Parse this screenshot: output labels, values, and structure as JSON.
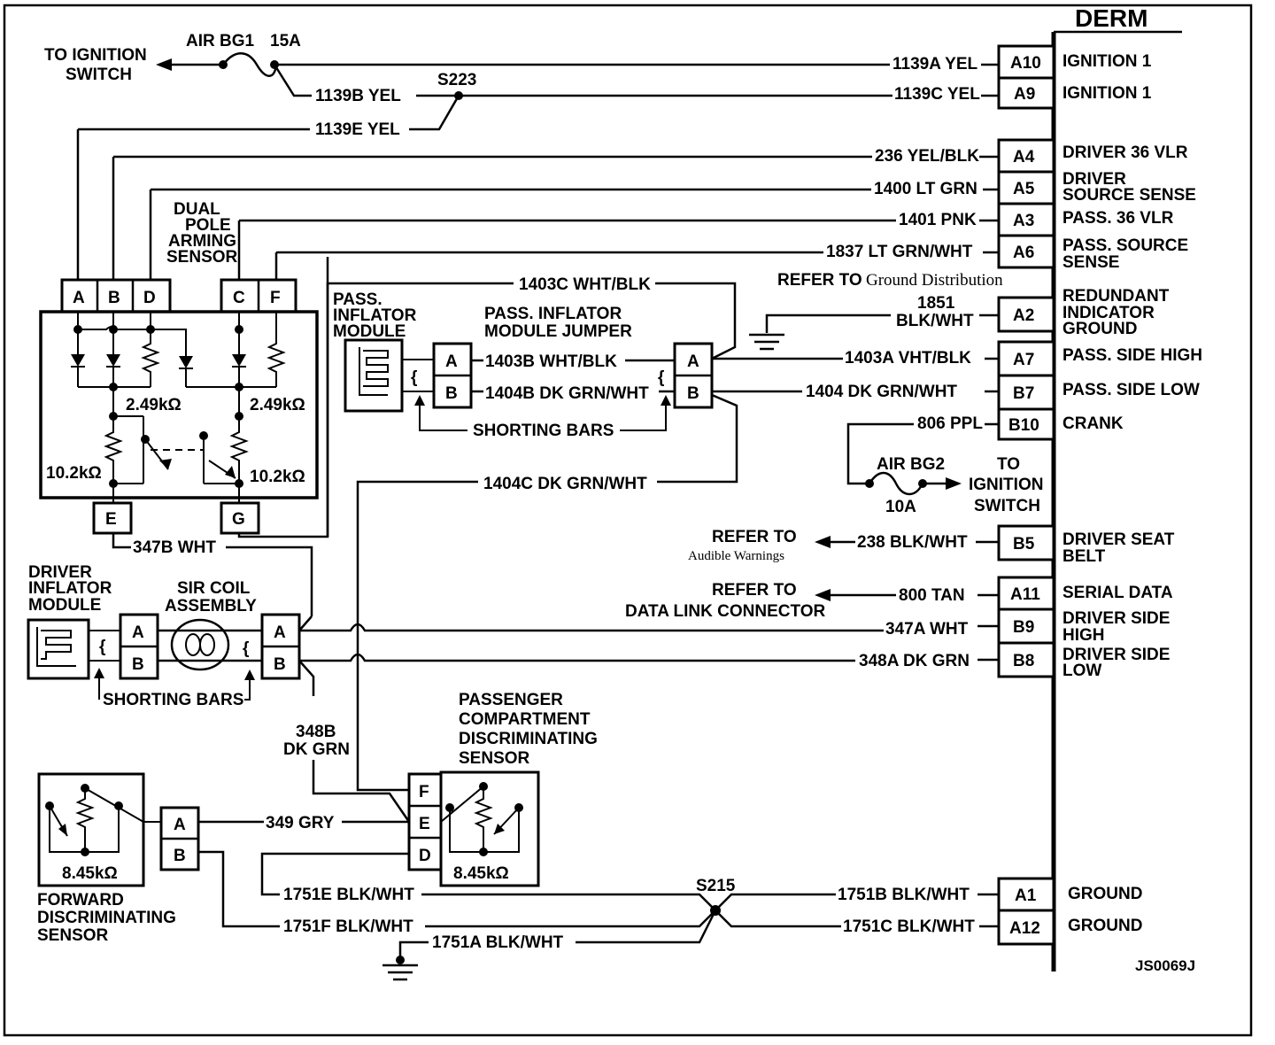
{
  "module": {
    "title": "DERM",
    "pins": [
      {
        "pin": "A10",
        "wire": "1139A YEL",
        "function": [
          "IGNITION 1"
        ]
      },
      {
        "pin": "A9",
        "wire": "1139C YEL",
        "function": [
          "IGNITION 1"
        ]
      },
      {
        "pin": "A4",
        "wire": "236 YEL/BLK",
        "function": [
          "DRIVER 36 VLR"
        ]
      },
      {
        "pin": "A5",
        "wire": "1400 LT GRN",
        "function": [
          "DRIVER",
          "SOURCE SENSE"
        ]
      },
      {
        "pin": "A3",
        "wire": "1401 PNK",
        "function": [
          "PASS. 36 VLR"
        ]
      },
      {
        "pin": "A6",
        "wire": "1837 LT GRN/WHT",
        "function": [
          "PASS. SOURCE",
          "SENSE"
        ]
      },
      {
        "pin": "A2",
        "wire": [
          "1851",
          "BLK/WHT"
        ],
        "function": [
          "REDUNDANT",
          "INDICATOR",
          "GROUND"
        ]
      },
      {
        "pin": "A7",
        "wire": "1403A VHT/BLK",
        "function": [
          "PASS. SIDE HIGH"
        ]
      },
      {
        "pin": "B7",
        "wire": "1404 DK GRN/WHT",
        "function": [
          "PASS. SIDE LOW"
        ]
      },
      {
        "pin": "B10",
        "wire": "806 PPL",
        "function": [
          "CRANK"
        ]
      },
      {
        "pin": "B5",
        "wire": "238 BLK/WHT",
        "function": [
          "DRIVER SEAT",
          "BELT"
        ]
      },
      {
        "pin": "A11",
        "wire": "800 TAN",
        "function": [
          "SERIAL DATA"
        ]
      },
      {
        "pin": "B9",
        "wire": "347A WHT",
        "function": [
          "DRIVER SIDE",
          "HIGH"
        ]
      },
      {
        "pin": "B8",
        "wire": "348A DK GRN",
        "function": [
          "DRIVER SIDE",
          "LOW"
        ]
      },
      {
        "pin": "A1",
        "wire": "1751B BLK/WHT",
        "function": [
          "GROUND"
        ]
      },
      {
        "pin": "A12",
        "wire": "1751C BLK/WHT",
        "function": [
          "GROUND"
        ]
      }
    ]
  },
  "fuse1": {
    "name": "AIR BG1",
    "rating": "15A",
    "to": [
      "TO IGNITION",
      "SWITCH"
    ]
  },
  "fuse2": {
    "name": "AIR BG2",
    "rating": "10A",
    "to": [
      "TO",
      "IGNITION",
      "SWITCH"
    ]
  },
  "splice223": {
    "name": "S223",
    "wire_b": "1139B YEL",
    "wire_e": "1139E YEL"
  },
  "ground_ref": {
    "prefix": "REFER TO",
    "target": "Ground Distribution"
  },
  "arming_sensor": {
    "title": [
      "DUAL",
      "POLE",
      "ARMING",
      "SENSOR"
    ],
    "pins_left": [
      "A",
      "B",
      "D"
    ],
    "pins_right": [
      "C",
      "F"
    ],
    "pin_e": "E",
    "pin_g": "G",
    "res_top_left": "2.49kΩ",
    "res_top_right": "2.49kΩ",
    "res_bot_left": "10.2kΩ",
    "res_bot_right": "10.2kΩ",
    "wire_eg": "347B WHT"
  },
  "pass_inflator": {
    "title": [
      "PASS.",
      "INFLATOR",
      "MODULE"
    ],
    "jumper_title": [
      "PASS. INFLATOR",
      "MODULE JUMPER"
    ],
    "pin_a": "A",
    "pin_b": "B",
    "wire_a": "1403B WHT/BLK",
    "wire_b": "1404B DK GRN/WHT",
    "wire_c_top": "1403C WHT/BLK",
    "wire_c_bottom": "1404C DK GRN/WHT",
    "shorting": "SHORTING BARS",
    "brace": "{"
  },
  "driver_inflator": {
    "title": [
      "DRIVER",
      "INFLATOR",
      "MODULE"
    ],
    "coil_title": [
      "SIR COIL",
      "ASSEMBLY"
    ],
    "pin_a": "A",
    "pin_b": "B",
    "shorting": "SHORTING BARS",
    "wire_low": [
      "348B",
      "DK GRN"
    ],
    "brace": "{"
  },
  "refs": {
    "audible": {
      "prefix": "REFER TO",
      "target": "Audible Warnings"
    },
    "dlc": {
      "prefix": "REFER TO",
      "target": "DATA LINK CONNECTOR"
    }
  },
  "pcd_sensor": {
    "title": [
      "PASSENGER",
      "COMPARTMENT",
      "DISCRIMINATING",
      "SENSOR"
    ],
    "pins": [
      "F",
      "E",
      "D"
    ],
    "resistor": "8.45kΩ"
  },
  "fwd_sensor": {
    "title": [
      "FORWARD",
      "DISCRIMINATING",
      "SENSOR"
    ],
    "pins": [
      "A",
      "B"
    ],
    "resistor": "8.45kΩ",
    "wire": "349 GRY"
  },
  "grounds": {
    "splice": "S215",
    "wire_e": "1751E BLK/WHT",
    "wire_f": "1751F BLK/WHT",
    "wire_a": "1751A BLK/WHT"
  },
  "code": "JS0069J"
}
